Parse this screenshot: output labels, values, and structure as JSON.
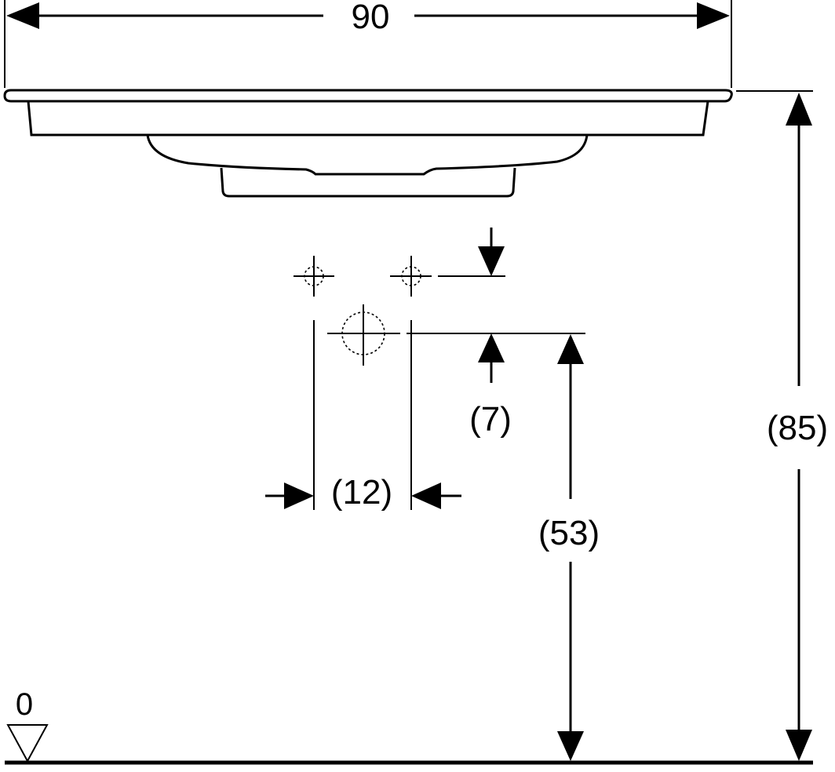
{
  "dimensions": {
    "overall_width": "90",
    "overall_height": "(85)",
    "drain_height": "(53)",
    "tap_offset": "(7)",
    "tap_spacing": "(12)"
  },
  "floor_reference": {
    "label": "0"
  }
}
